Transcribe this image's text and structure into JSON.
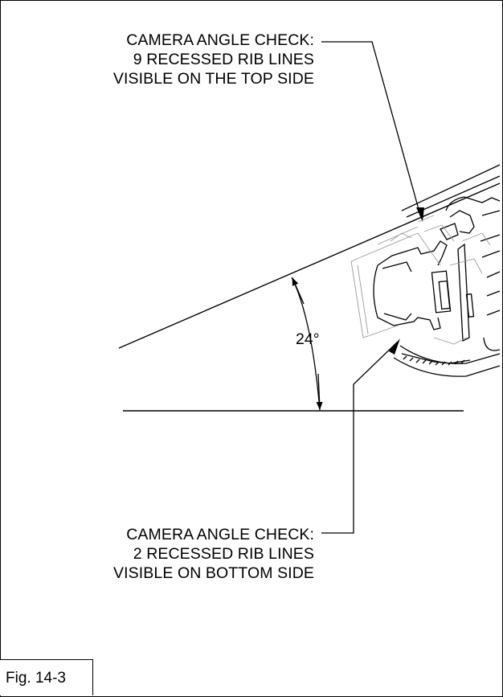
{
  "callouts": {
    "top": {
      "line1": "CAMERA ANGLE CHECK:",
      "line2": "9 RECESSED RIB LINES",
      "line3": "VISIBLE ON THE TOP SIDE"
    },
    "bottom": {
      "line1": "CAMERA ANGLE CHECK:",
      "line2": "2 RECESSED RIB LINES",
      "line3": "VISIBLE ON BOTTOM SIDE"
    }
  },
  "angle": {
    "label": "24°"
  },
  "figure": {
    "label": "Fig. 14-3"
  },
  "colors": {
    "line": "#000000",
    "light_line": "#9a9a9a",
    "background": "#ffffff"
  }
}
